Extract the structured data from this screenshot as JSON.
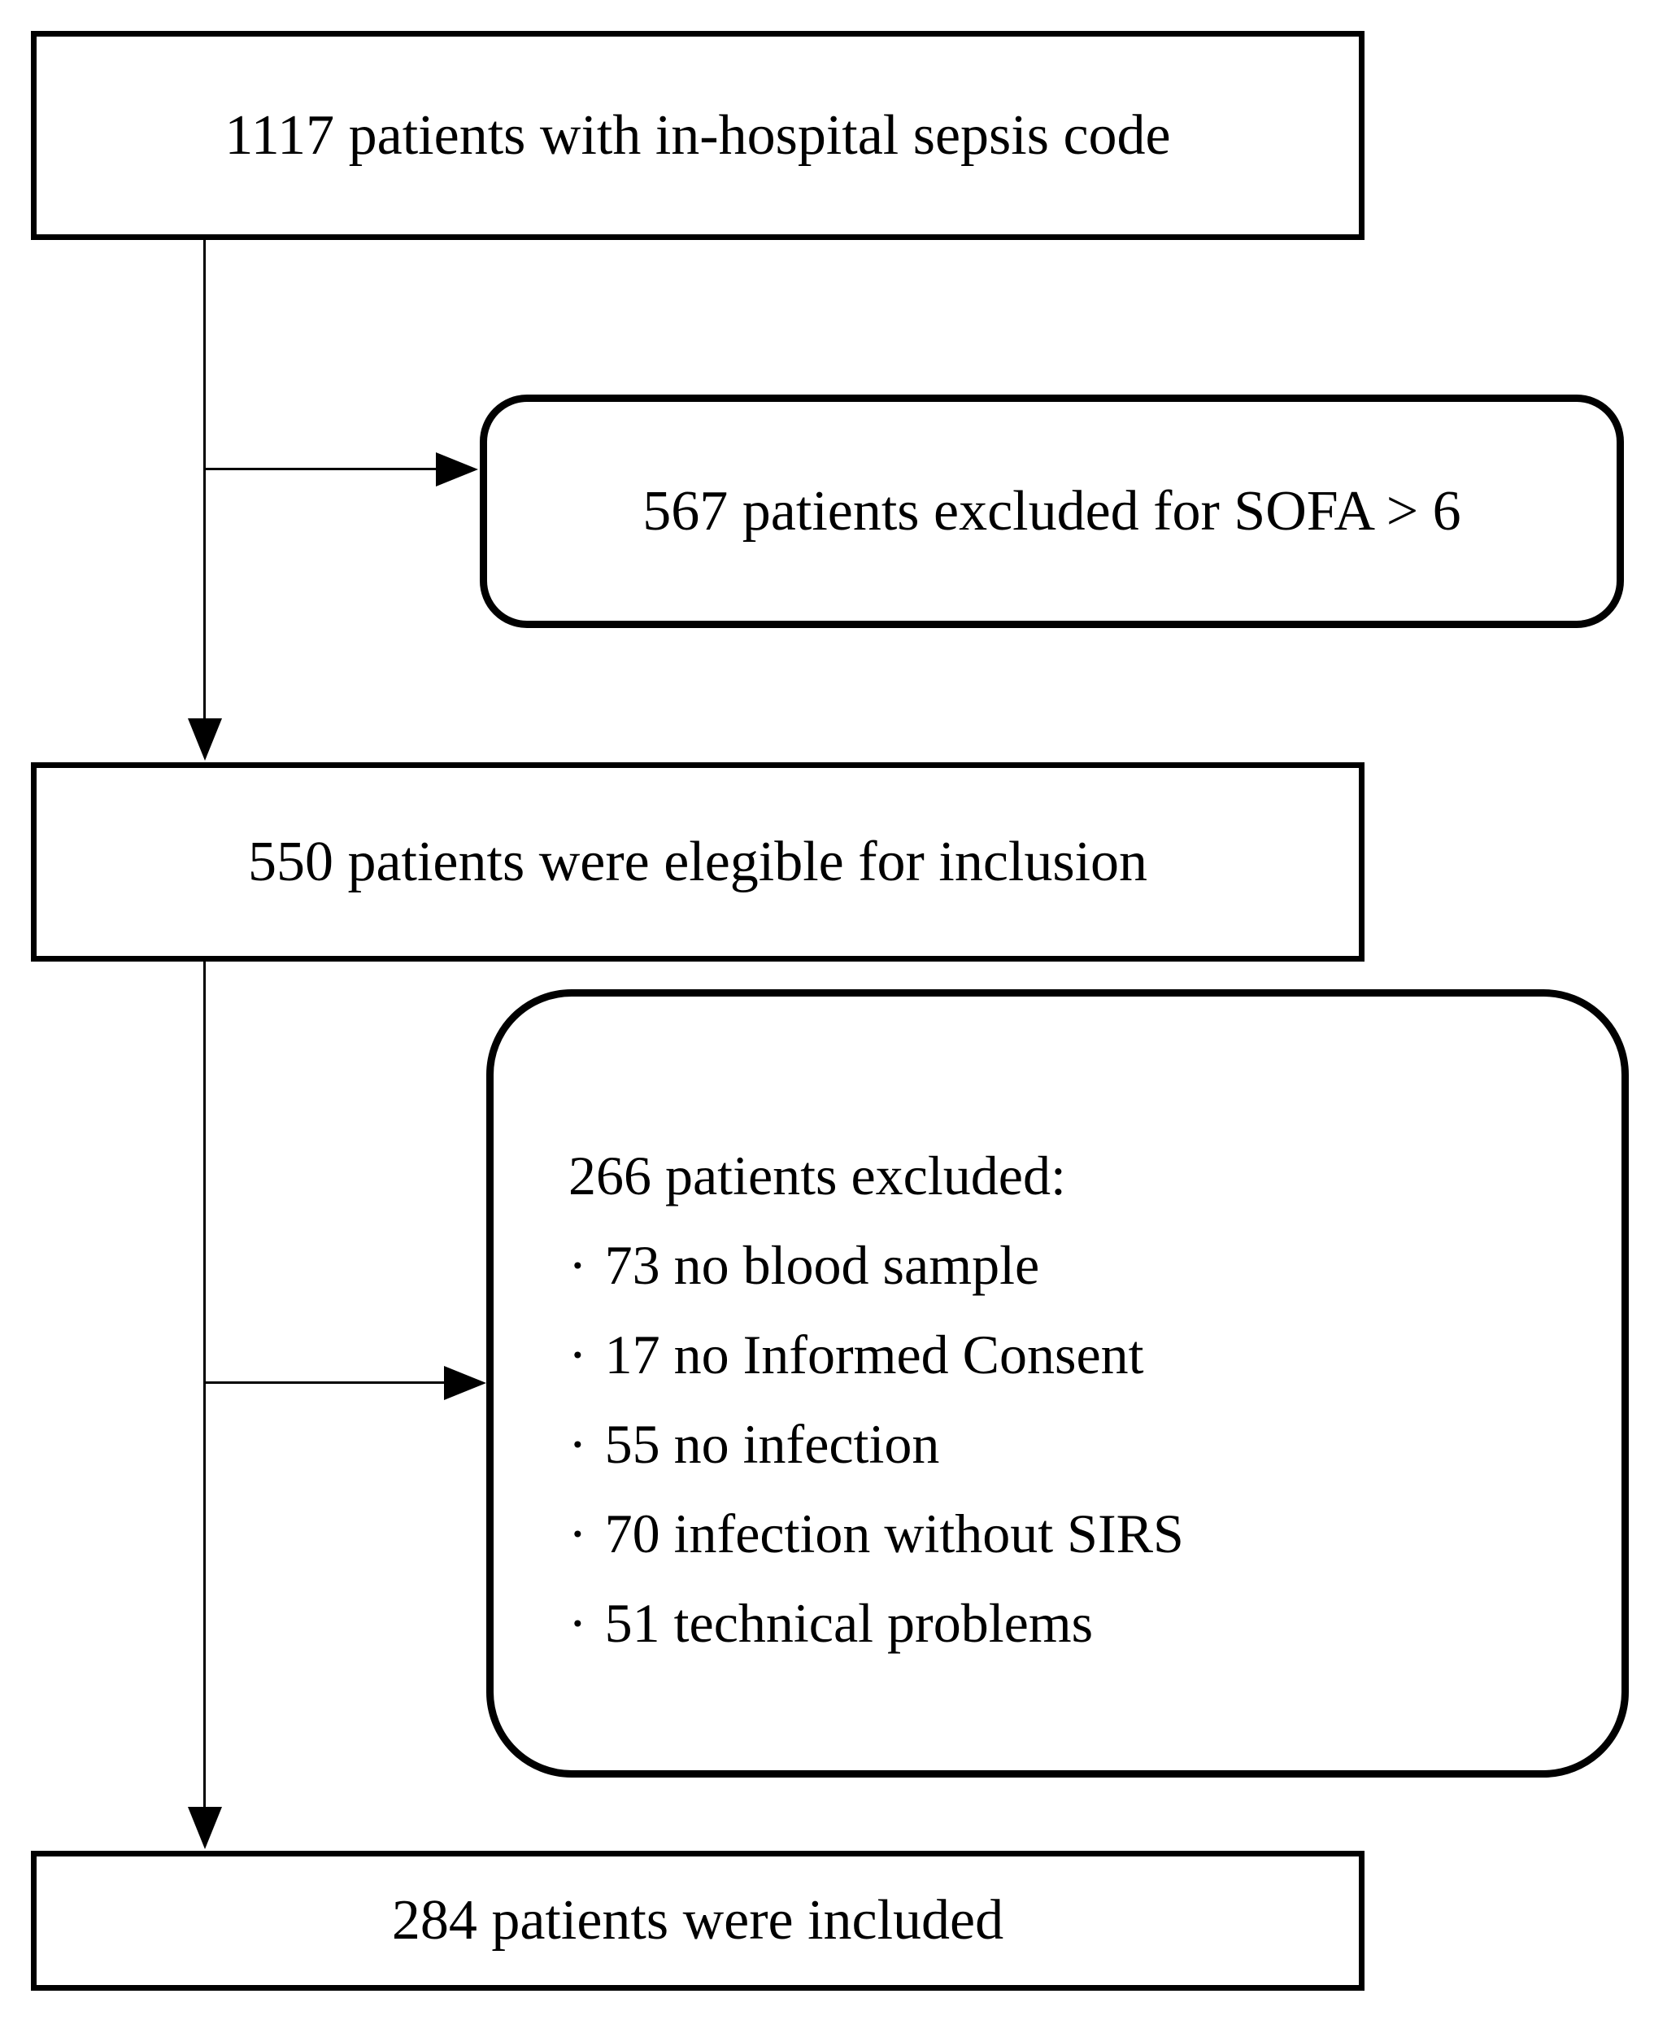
{
  "figure": {
    "background": "#ffffff",
    "ink": "#000000",
    "nodes": {
      "sepsis_code": "1117 patients with in-hospital sepsis code",
      "excluded_sofa": "567 patients excluded for SOFA > 6",
      "eligible": "550 patients were elegible for inclusion",
      "excluded_detail_heading": "266 patients excluded:",
      "excluded_detail_bullet": "·",
      "excluded_detail_items": [
        "73 no blood sample",
        "17 no Informed Consent",
        "55 no infection",
        "70 infection without SIRS",
        "51 technical problems"
      ],
      "included": "284 patients were included"
    }
  }
}
